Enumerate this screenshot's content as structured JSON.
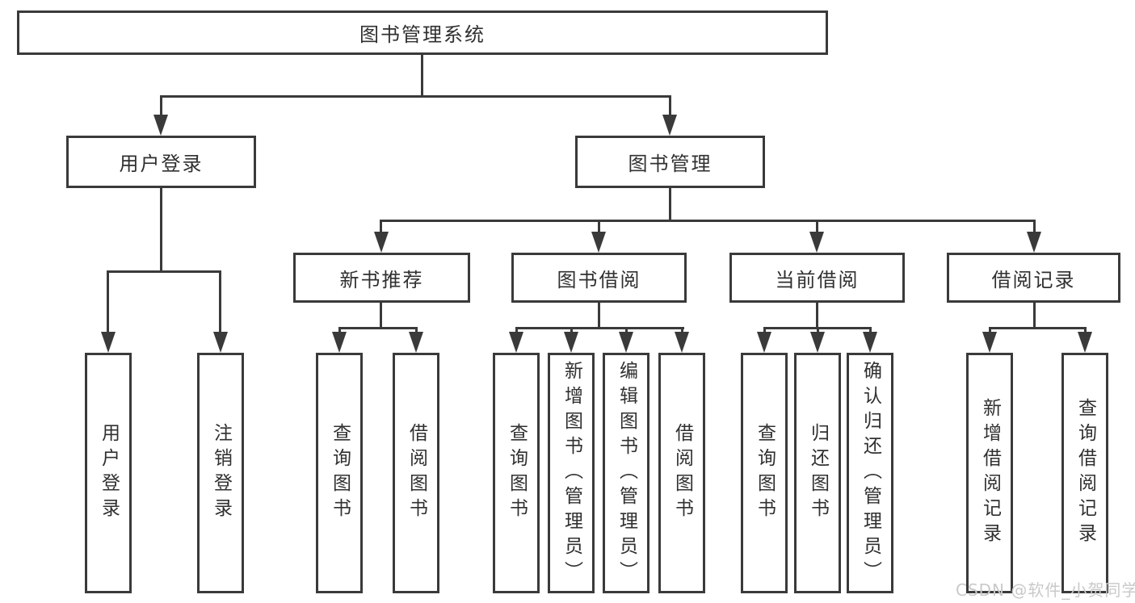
{
  "diagram": {
    "type": "tree",
    "colors": {
      "line": "#3a3a3a",
      "box_border": "#3a3a3a",
      "box_background": "#ffffff",
      "text": "#303030",
      "watermark": "#c9c9c9",
      "background": "#ffffff"
    },
    "nodes": {
      "root": {
        "label": "图书管理系统"
      },
      "level2": {
        "user_login": {
          "label": "用户登录"
        },
        "book_mgmt": {
          "label": "图书管理"
        }
      },
      "level3": {
        "new_book_rec": {
          "label": "新书推荐",
          "parent": "图书管理"
        },
        "book_borrow": {
          "label": "图书借阅",
          "parent": "图书管理"
        },
        "current_borrow": {
          "label": "当前借阅",
          "parent": "图书管理"
        },
        "borrow_record": {
          "label": "借阅记录",
          "parent": "图书管理"
        }
      },
      "leaves": {
        "login_user": {
          "label": "用户登录",
          "parent": "用户登录"
        },
        "login_logout": {
          "label": "注销登录",
          "parent": "用户登录"
        },
        "rec_query": {
          "label": "查询图书",
          "parent": "新书推荐"
        },
        "rec_borrow": {
          "label": "借阅图书",
          "parent": "新书推荐"
        },
        "bb_query": {
          "label": "查询图书",
          "parent": "图书借阅"
        },
        "bb_add": {
          "label": "新增图书（管理员）",
          "parent": "图书借阅"
        },
        "bb_edit": {
          "label": "编辑图书（管理员）",
          "parent": "图书借阅"
        },
        "bb_borrow": {
          "label": "借阅图书",
          "parent": "图书借阅"
        },
        "cb_query": {
          "label": "查询图书",
          "parent": "当前借阅"
        },
        "cb_return": {
          "label": "归还图书",
          "parent": "当前借阅"
        },
        "cb_confirm": {
          "label": "确认归还（管理员）",
          "parent": "当前借阅"
        },
        "br_add": {
          "label": "新增借阅记录",
          "parent": "借阅记录"
        },
        "br_query": {
          "label": "查询借阅记录",
          "parent": "借阅记录"
        }
      }
    },
    "watermark": {
      "text": "CSDN @软件_小贺同学"
    }
  }
}
